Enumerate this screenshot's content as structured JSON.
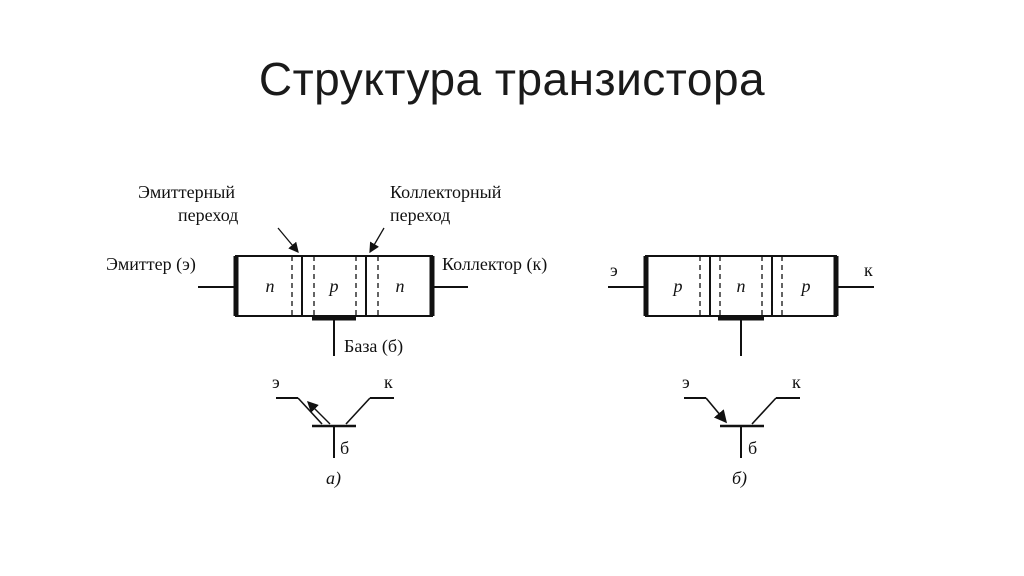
{
  "title": "Структура транзистора",
  "npn": {
    "emitter_junction_line1": "Эмиттерный",
    "emitter_junction_line2": "переход",
    "collector_junction_line1": "Коллекторный",
    "collector_junction_line2": "переход",
    "emitter": "Эмиттер (э)",
    "collector": "Коллектор (к)",
    "base": "База (б)",
    "region_left": "n",
    "region_mid": "p",
    "region_right": "n",
    "sym_e": "э",
    "sym_k": "к",
    "sym_b": "б",
    "caption": "а)"
  },
  "pnp": {
    "e": "э",
    "k": "к",
    "region_left": "p",
    "region_mid": "n",
    "region_right": "p",
    "sym_e": "э",
    "sym_k": "к",
    "sym_b": "б",
    "caption": "б)"
  }
}
